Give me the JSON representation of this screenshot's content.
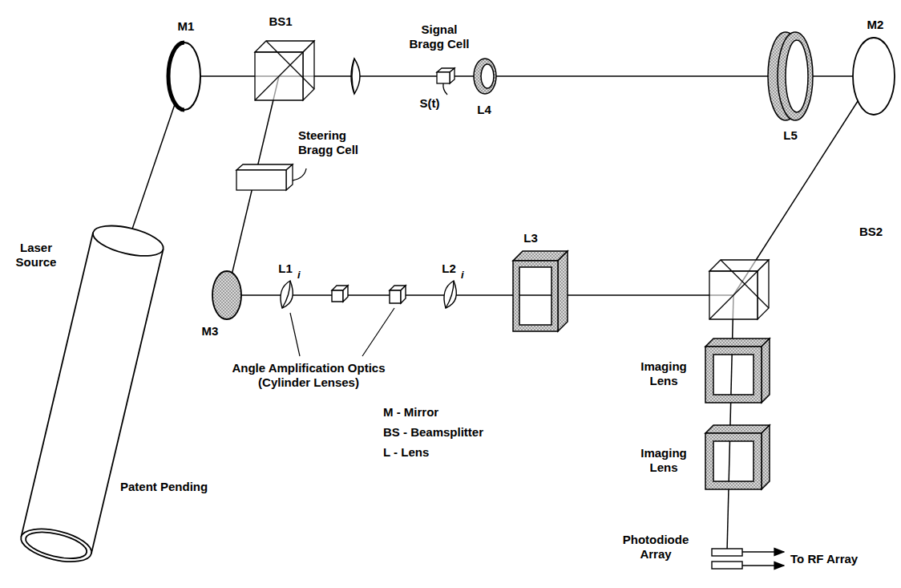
{
  "diagram": {
    "labels": [
      "M1",
      "BS1",
      "Signal Bragg Cell",
      "S(t)",
      "L4",
      "L5",
      "M2",
      "Laser Source",
      "Steering Bragg Cell",
      "BS2",
      "M3",
      "L1",
      "i",
      "L2",
      "i",
      "L3",
      "Angle Amplification Optics (Cylinder Lenses)",
      "M - Mirror",
      "BS - Beamsplitter",
      "L - Lens",
      "Imaging Lens",
      "Imaging Lens",
      "Photodiode Array",
      "To RF Array",
      "Patent Pending"
    ]
  }
}
